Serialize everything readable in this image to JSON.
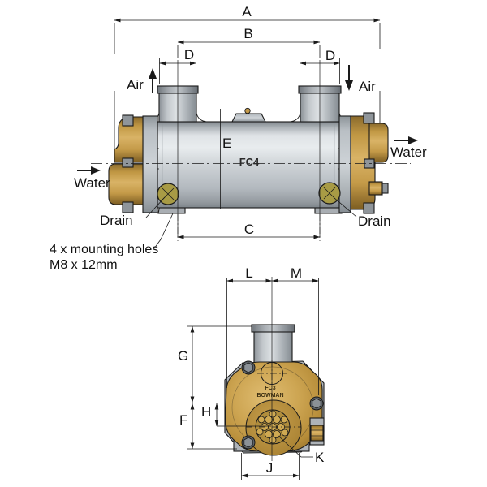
{
  "side_view": {
    "model_text": "FC4",
    "dim_labels": {
      "overall_length": "A",
      "air_port_spacing": "B",
      "mounting_hole_spacing": "C",
      "air_port_dia_left": "D",
      "air_port_dia_right": "D",
      "body_section": "E"
    },
    "annotations": {
      "air_in": "Air",
      "air_out": "Air",
      "water_in": "Water",
      "water_out": "Water",
      "drain_left": "Drain",
      "drain_right": "Drain",
      "mounting_note_line1": "4 x mounting holes",
      "mounting_note_line2": "M8 x 12mm"
    }
  },
  "end_view": {
    "brand_line1": "FC3",
    "brand_line2": "BOWMAN",
    "dim_labels": {
      "centerline_height": "G",
      "base_to_centerline": "F",
      "tube_stack_offset": "H",
      "foot_width": "J",
      "end_cover_bolt": "K",
      "center_to_left": "L",
      "center_to_right": "M"
    }
  },
  "colors": {
    "bronze": "#c49a4a",
    "steel_gray": "#c9ced2",
    "drain_brass": "#a89b45",
    "line": "#1a1a1a",
    "background": "#ffffff"
  }
}
